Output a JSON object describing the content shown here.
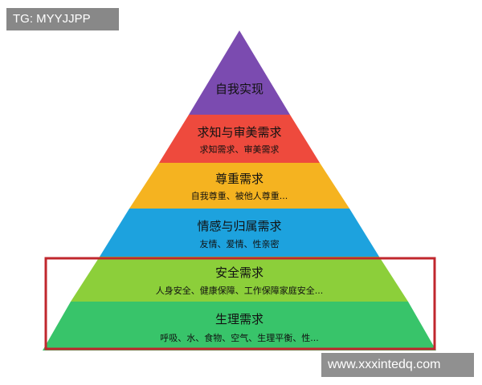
{
  "watermarks": {
    "top_left": "TG: MYYJJPP",
    "bottom_right": "www.xxxintedq.com"
  },
  "highlight_color": "#c0272d",
  "levels": [
    {
      "title": "自我实现",
      "subtitle": "",
      "color": "#7b4bb0"
    },
    {
      "title": "求知与审美需求",
      "subtitle": "求知需求、审美需求",
      "color": "#ee4a3d"
    },
    {
      "title": "尊重需求",
      "subtitle": "自我尊重、被他人尊重...",
      "color": "#f5b320"
    },
    {
      "title": "情感与归属需求",
      "subtitle": "友情、爱情、性亲密",
      "color": "#1da2de"
    },
    {
      "title": "安全需求",
      "subtitle": "人身安全、健康保障、工作保障家庭安全...",
      "color": "#8ccf3a"
    },
    {
      "title": "生理需求",
      "subtitle": "呼吸、水、食物、空气、生理平衡、性...",
      "color": "#38c46a"
    }
  ]
}
